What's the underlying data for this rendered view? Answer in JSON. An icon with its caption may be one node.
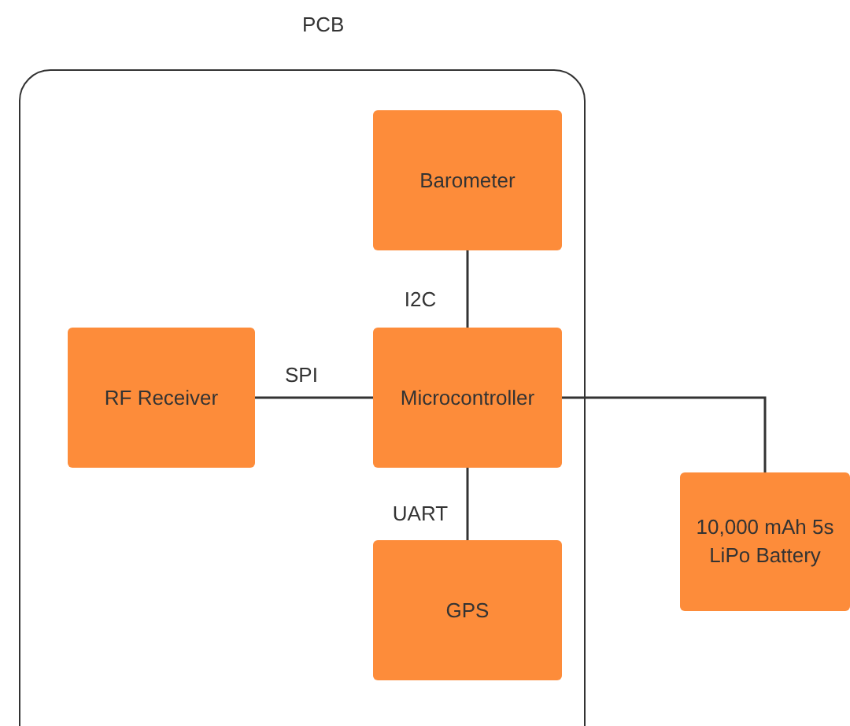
{
  "diagram": {
    "nodes": [
      {
        "text": [
          "PCB"
        ]
      },
      {
        "text": [
          "Barometer"
        ],
        "in": 0
      },
      {
        "text": [
          "RF Receiver"
        ],
        "in": 0
      },
      {
        "text": [
          "Microcontroller"
        ],
        "in": 0
      },
      {
        "text": [
          "GPS"
        ],
        "in": 0
      },
      {
        "text": [
          "10,000 mAh 5s LiPo Battery"
        ]
      }
    ],
    "edges": [
      {
        "from": 1,
        "to": 3,
        "arrow": "none",
        "label": "I2C"
      },
      {
        "from": 2,
        "to": 3,
        "arrow": "none",
        "label": "SPI"
      },
      {
        "from": 3,
        "to": 4,
        "arrow": "none",
        "label": "UART"
      },
      {
        "from": 3,
        "to": 5,
        "arrow": "none"
      }
    ]
  }
}
